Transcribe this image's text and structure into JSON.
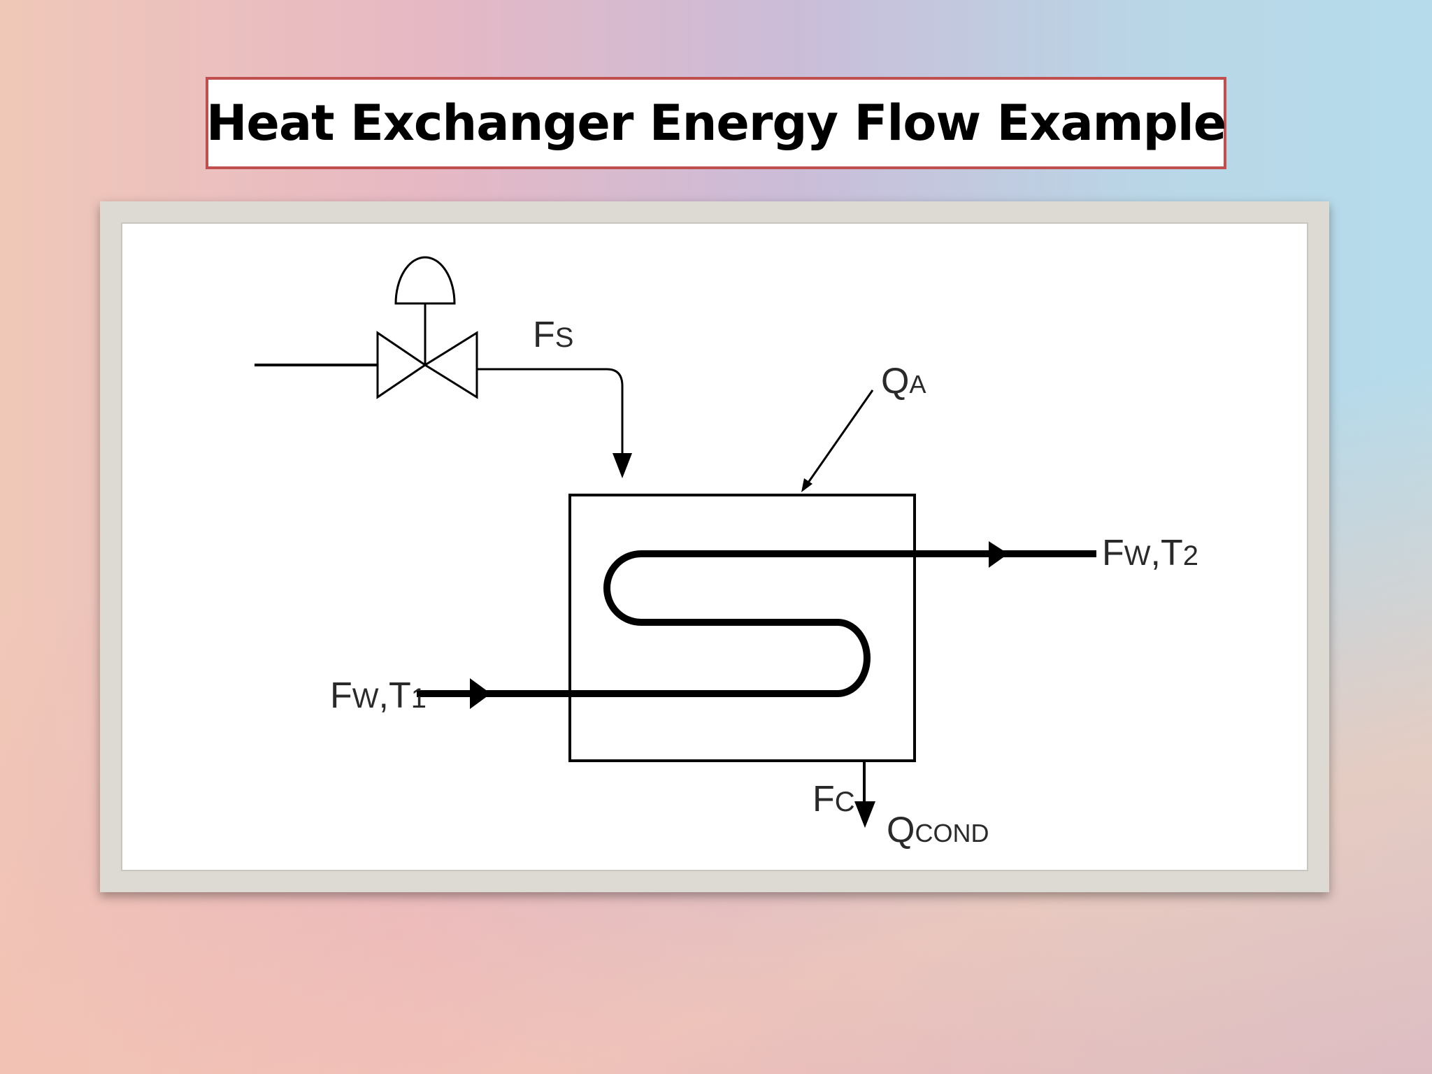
{
  "slide": {
    "title": "Heat Exchanger Energy Flow Example"
  },
  "diagram": {
    "labels": {
      "fs": {
        "main": "F",
        "sub": "S"
      },
      "qa": {
        "main": "Q",
        "sub": "A"
      },
      "fw_t2": {
        "main": "F",
        "sub1": "W",
        "sep": ",T",
        "sub2": "2"
      },
      "fw_t1": {
        "main": "F",
        "sub1": "W",
        "sep": ",T",
        "sub2": "1"
      },
      "fc": {
        "main": "F",
        "sub": "C"
      },
      "qcond": {
        "main": "Q",
        "sub": "COND"
      }
    }
  },
  "colors": {
    "title_border": "#c0504d",
    "line": "#000000"
  }
}
